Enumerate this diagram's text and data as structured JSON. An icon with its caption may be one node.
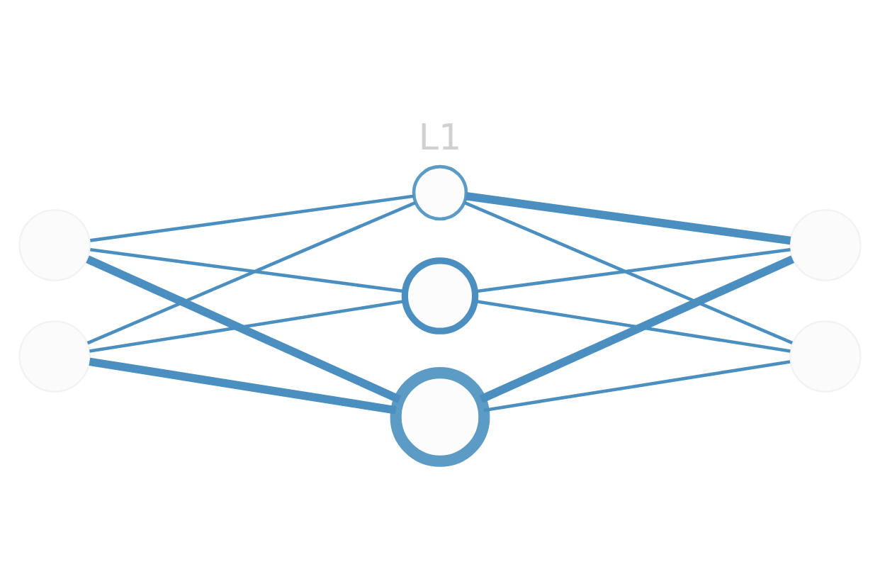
{
  "diagram": {
    "title": "L1",
    "nodes": [
      {
        "text": [],
        "shape": "circle"
      },
      {
        "text": [],
        "shape": "circle"
      },
      {
        "text": [],
        "shape": "circle"
      },
      {
        "text": [],
        "shape": "circle"
      },
      {
        "text": [],
        "shape": "circle"
      },
      {
        "text": [],
        "shape": "circle"
      },
      {
        "text": [],
        "shape": "circle"
      }
    ],
    "edges": [
      {
        "from": 0,
        "to": 2,
        "arrow": "none"
      },
      {
        "from": 0,
        "to": 3,
        "arrow": "none"
      },
      {
        "from": 0,
        "to": 4,
        "arrow": "none",
        "style": "thick"
      },
      {
        "from": 1,
        "to": 2,
        "arrow": "none"
      },
      {
        "from": 1,
        "to": 3,
        "arrow": "none"
      },
      {
        "from": 1,
        "to": 4,
        "arrow": "none",
        "style": "thick"
      },
      {
        "from": 2,
        "to": 5,
        "arrow": "none",
        "style": "thick"
      },
      {
        "from": 2,
        "to": 6,
        "arrow": "none"
      },
      {
        "from": 3,
        "to": 5,
        "arrow": "none"
      },
      {
        "from": 3,
        "to": 6,
        "arrow": "none"
      },
      {
        "from": 4,
        "to": 5,
        "arrow": "none",
        "style": "thick"
      },
      {
        "from": 4,
        "to": 6,
        "arrow": "none"
      }
    ]
  }
}
